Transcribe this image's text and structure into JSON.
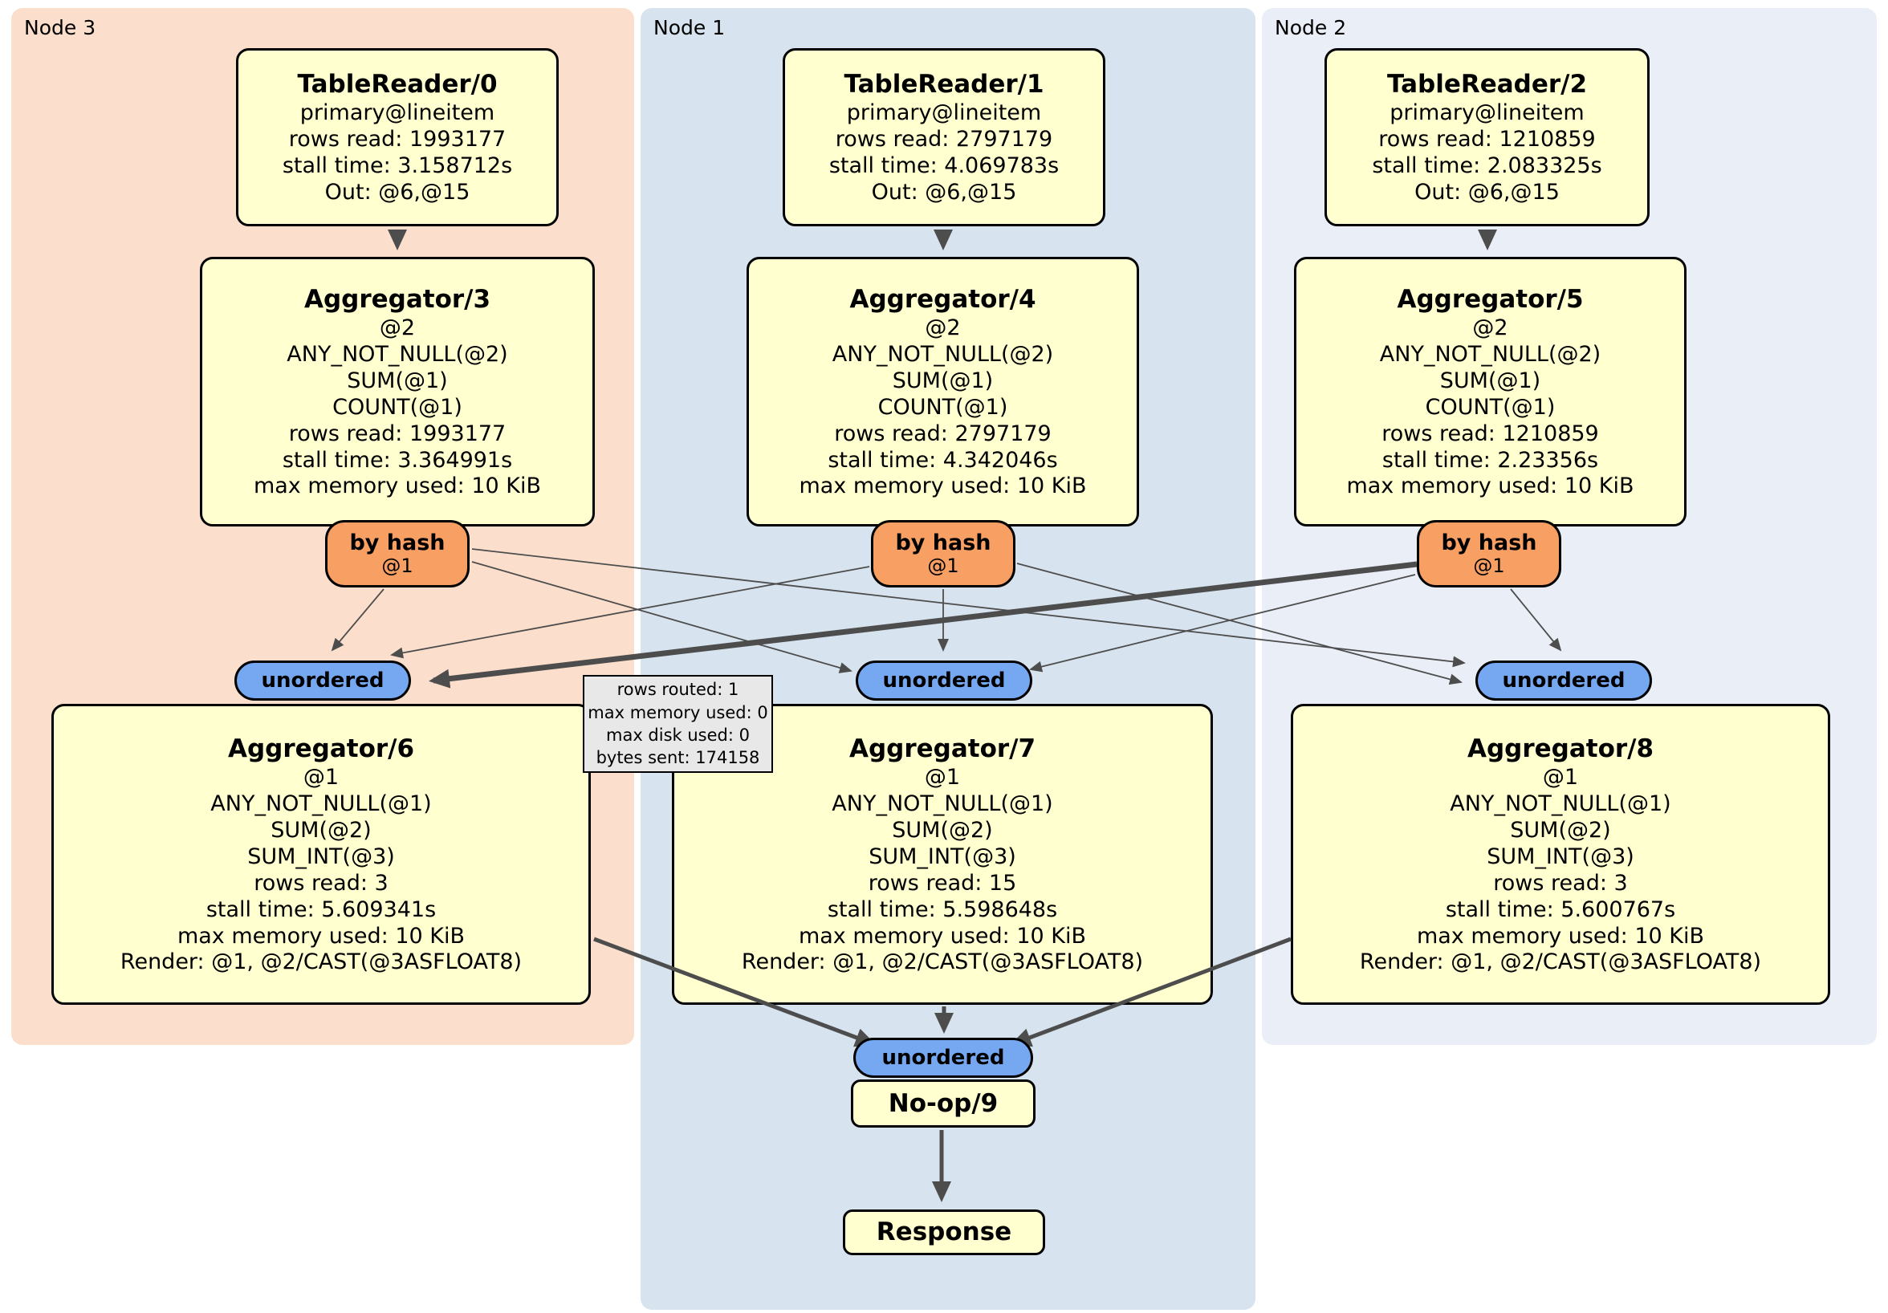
{
  "regions": [
    {
      "label": "Node 3"
    },
    {
      "label": "Node 1"
    },
    {
      "label": "Node 2"
    }
  ],
  "table_readers": [
    {
      "title": "TableReader/0",
      "lines": [
        "primary@lineitem",
        "rows read: 1993177",
        "stall time: 3.158712s",
        "Out: @6,@15"
      ]
    },
    {
      "title": "TableReader/1",
      "lines": [
        "primary@lineitem",
        "rows read: 2797179",
        "stall time: 4.069783s",
        "Out: @6,@15"
      ]
    },
    {
      "title": "TableReader/2",
      "lines": [
        "primary@lineitem",
        "rows read: 1210859",
        "stall time: 2.083325s",
        "Out: @6,@15"
      ]
    }
  ],
  "top_aggregators": [
    {
      "title": "Aggregator/3",
      "lines": [
        "@2",
        "ANY_NOT_NULL(@2)",
        "SUM(@1)",
        "COUNT(@1)",
        "rows read: 1993177",
        "stall time: 3.364991s",
        "max memory used: 10 KiB"
      ]
    },
    {
      "title": "Aggregator/4",
      "lines": [
        "@2",
        "ANY_NOT_NULL(@2)",
        "SUM(@1)",
        "COUNT(@1)",
        "rows read: 2797179",
        "stall time: 4.342046s",
        "max memory used: 10 KiB"
      ]
    },
    {
      "title": "Aggregator/5",
      "lines": [
        "@2",
        "ANY_NOT_NULL(@2)",
        "SUM(@1)",
        "COUNT(@1)",
        "rows read: 1210859",
        "stall time: 2.23356s",
        "max memory used: 10 KiB"
      ]
    }
  ],
  "routers": [
    {
      "label": "by hash",
      "sub": "@1"
    },
    {
      "label": "by hash",
      "sub": "@1"
    },
    {
      "label": "by hash",
      "sub": "@1"
    }
  ],
  "syncs": [
    {
      "label": "unordered"
    },
    {
      "label": "unordered"
    },
    {
      "label": "unordered"
    },
    {
      "label": "unordered"
    }
  ],
  "bottom_aggregators": [
    {
      "title": "Aggregator/6",
      "lines": [
        "@1",
        "ANY_NOT_NULL(@1)",
        "SUM(@2)",
        "SUM_INT(@3)",
        "rows read: 3",
        "stall time: 5.609341s",
        "max memory used: 10 KiB",
        "Render: @1, @2/CAST(@3ASFLOAT8)"
      ]
    },
    {
      "title": "Aggregator/7",
      "lines": [
        "@1",
        "ANY_NOT_NULL(@1)",
        "SUM(@2)",
        "SUM_INT(@3)",
        "rows read: 15",
        "stall time: 5.598648s",
        "max memory used: 10 KiB",
        "Render: @1, @2/CAST(@3ASFLOAT8)"
      ]
    },
    {
      "title": "Aggregator/8",
      "lines": [
        "@1",
        "ANY_NOT_NULL(@1)",
        "SUM(@2)",
        "SUM_INT(@3)",
        "rows read: 3",
        "stall time: 5.600767s",
        "max memory used: 10 KiB",
        "Render: @1, @2/CAST(@3ASFLOAT8)"
      ]
    }
  ],
  "noop": {
    "title": "No-op/9"
  },
  "response": {
    "title": "Response"
  },
  "tooltip": {
    "lines": [
      "rows routed: 1",
      "max memory used: 0",
      "max disk used: 0",
      "bytes sent: 174158"
    ]
  },
  "colors": {
    "region3": "#fbdfcc",
    "region1": "#d7e3ee",
    "region2": "#eaeef7",
    "box": "#ffffcf",
    "router": "#f89f64",
    "sync": "#76a8f2",
    "edge": "#4d4d4d",
    "tooltip": "#e8e8e8"
  }
}
